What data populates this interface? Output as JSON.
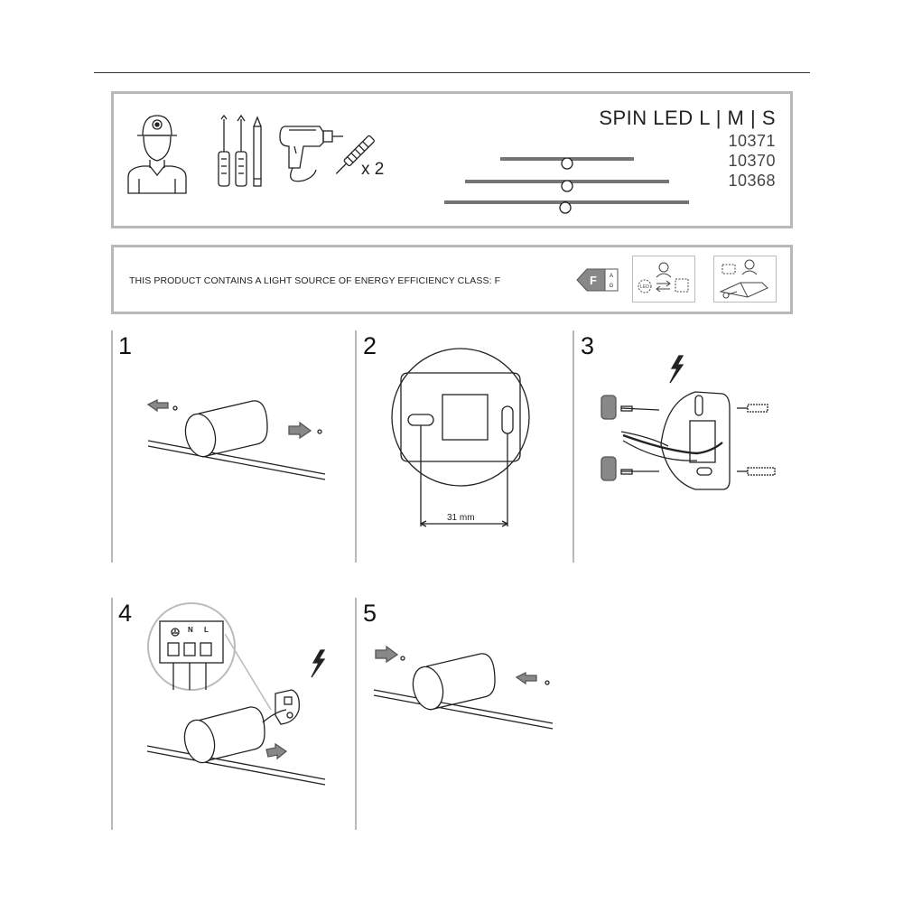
{
  "product": {
    "name": "SPIN LED L | M | S",
    "codes": [
      "10371",
      "10370",
      "10368"
    ]
  },
  "tools": {
    "anchor_count": "x 2"
  },
  "energy": {
    "statement": "THIS PRODUCT CONTAINS A LIGHT SOURCE OF ENERGY EFFICIENCY CLASS: F",
    "class": "F",
    "scale_top": "A",
    "scale_bottom": "G",
    "led_label": "LED"
  },
  "steps": [
    {
      "number": "1"
    },
    {
      "number": "2",
      "dimension": "31 mm"
    },
    {
      "number": "3"
    },
    {
      "number": "4",
      "terminals": [
        "N",
        "L"
      ]
    },
    {
      "number": "5"
    }
  ]
}
